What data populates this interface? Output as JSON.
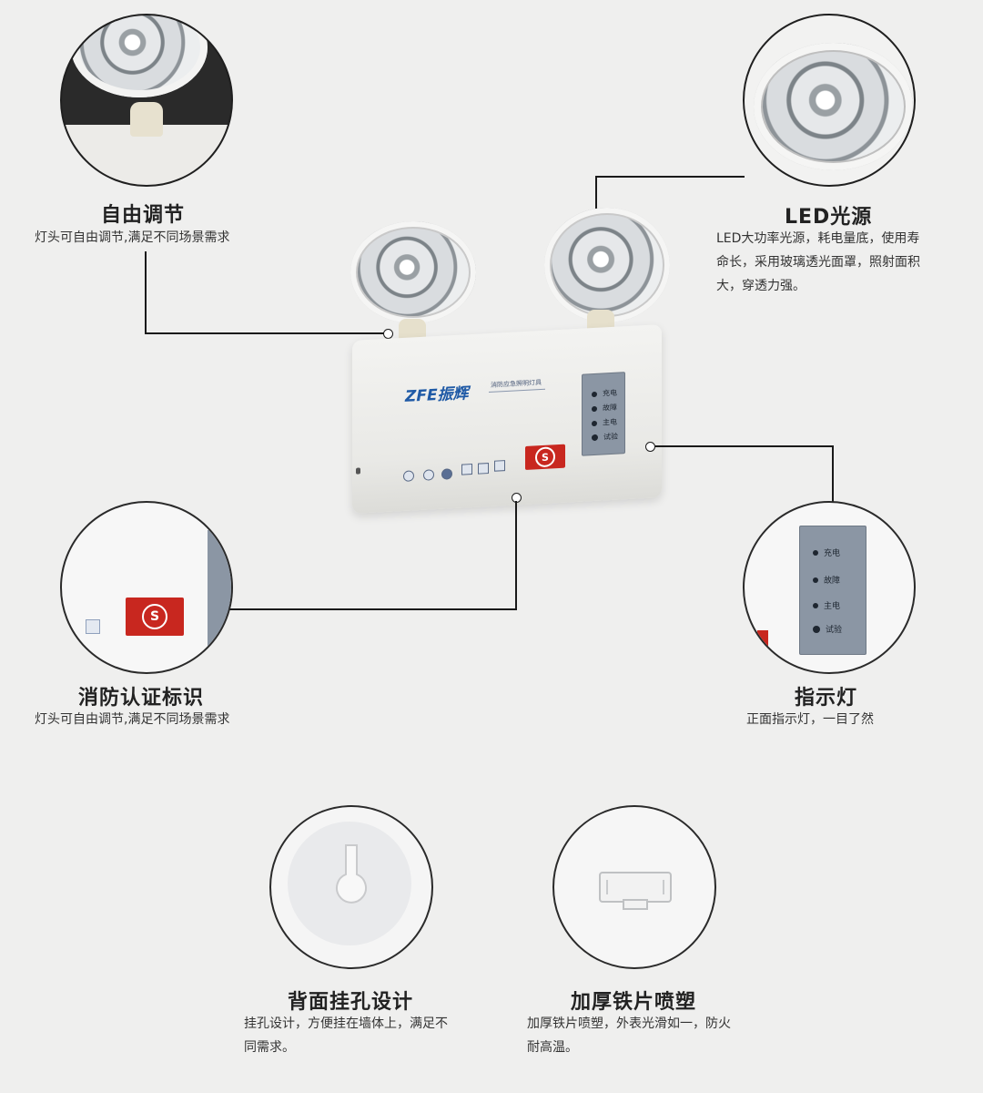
{
  "features": {
    "free_adjust": {
      "title": "自由调节",
      "desc": "灯头可自由调节,满足不同场景需求"
    },
    "led_source": {
      "title": "LED光源",
      "desc_lines": [
        "LED大功率光源，耗电量底，使用寿",
        "命长，采用玻璃透光面罩，照射面积",
        "大，穿透力强。"
      ]
    },
    "fire_cert": {
      "title": "消防认证标识",
      "desc": "灯头可自由调节,满足不同场景需求"
    },
    "indicator": {
      "title": "指示灯",
      "desc": "正面指示灯，一目了然"
    },
    "hang_hole": {
      "title": "背面挂孔设计",
      "desc_lines": [
        "挂孔设计，方便挂在墙体上，满足不",
        "同需求。"
      ]
    },
    "iron_plate": {
      "title": "加厚铁片喷塑",
      "desc_lines": [
        "加厚铁片喷塑，外表光滑如一，防火",
        "耐高温。"
      ]
    }
  },
  "product": {
    "brand": "ZFE振辉",
    "subtitle": "消防应急照明灯具",
    "panel_labels": [
      "充电",
      "故障",
      "主电",
      "试验"
    ],
    "cert_symbol": "S"
  },
  "colors": {
    "background": "#efefee",
    "accent_red": "#c8271f",
    "panel_gray_blue": "#8b96a4",
    "brand_blue": "#1f5aa6"
  }
}
